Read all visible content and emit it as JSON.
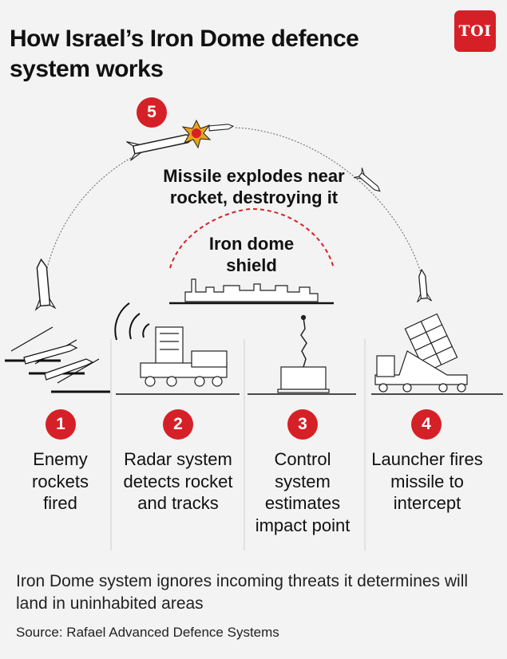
{
  "header": {
    "title": "How Israel’s Iron Dome defence system works",
    "logo_text": "TOI"
  },
  "intercept": {
    "number": "5",
    "caption": "Missile explodes near rocket, destroying it"
  },
  "shield": {
    "caption": "Iron dome shield"
  },
  "steps": [
    {
      "number": "1",
      "label": "Enemy rockets fired"
    },
    {
      "number": "2",
      "label": "Radar system detects rocket and tracks"
    },
    {
      "number": "3",
      "label": "Control system estimates impact point"
    },
    {
      "number": "4",
      "label": "Launcher fires missile to intercept"
    }
  ],
  "footnote": "Iron Dome system ignores incoming threats it determines will land in uninhabited areas",
  "source": "Source: Rafael Advanced Defence Systems",
  "colors": {
    "accent": "#d62027",
    "background": "#f3f3f3",
    "text": "#111111"
  }
}
